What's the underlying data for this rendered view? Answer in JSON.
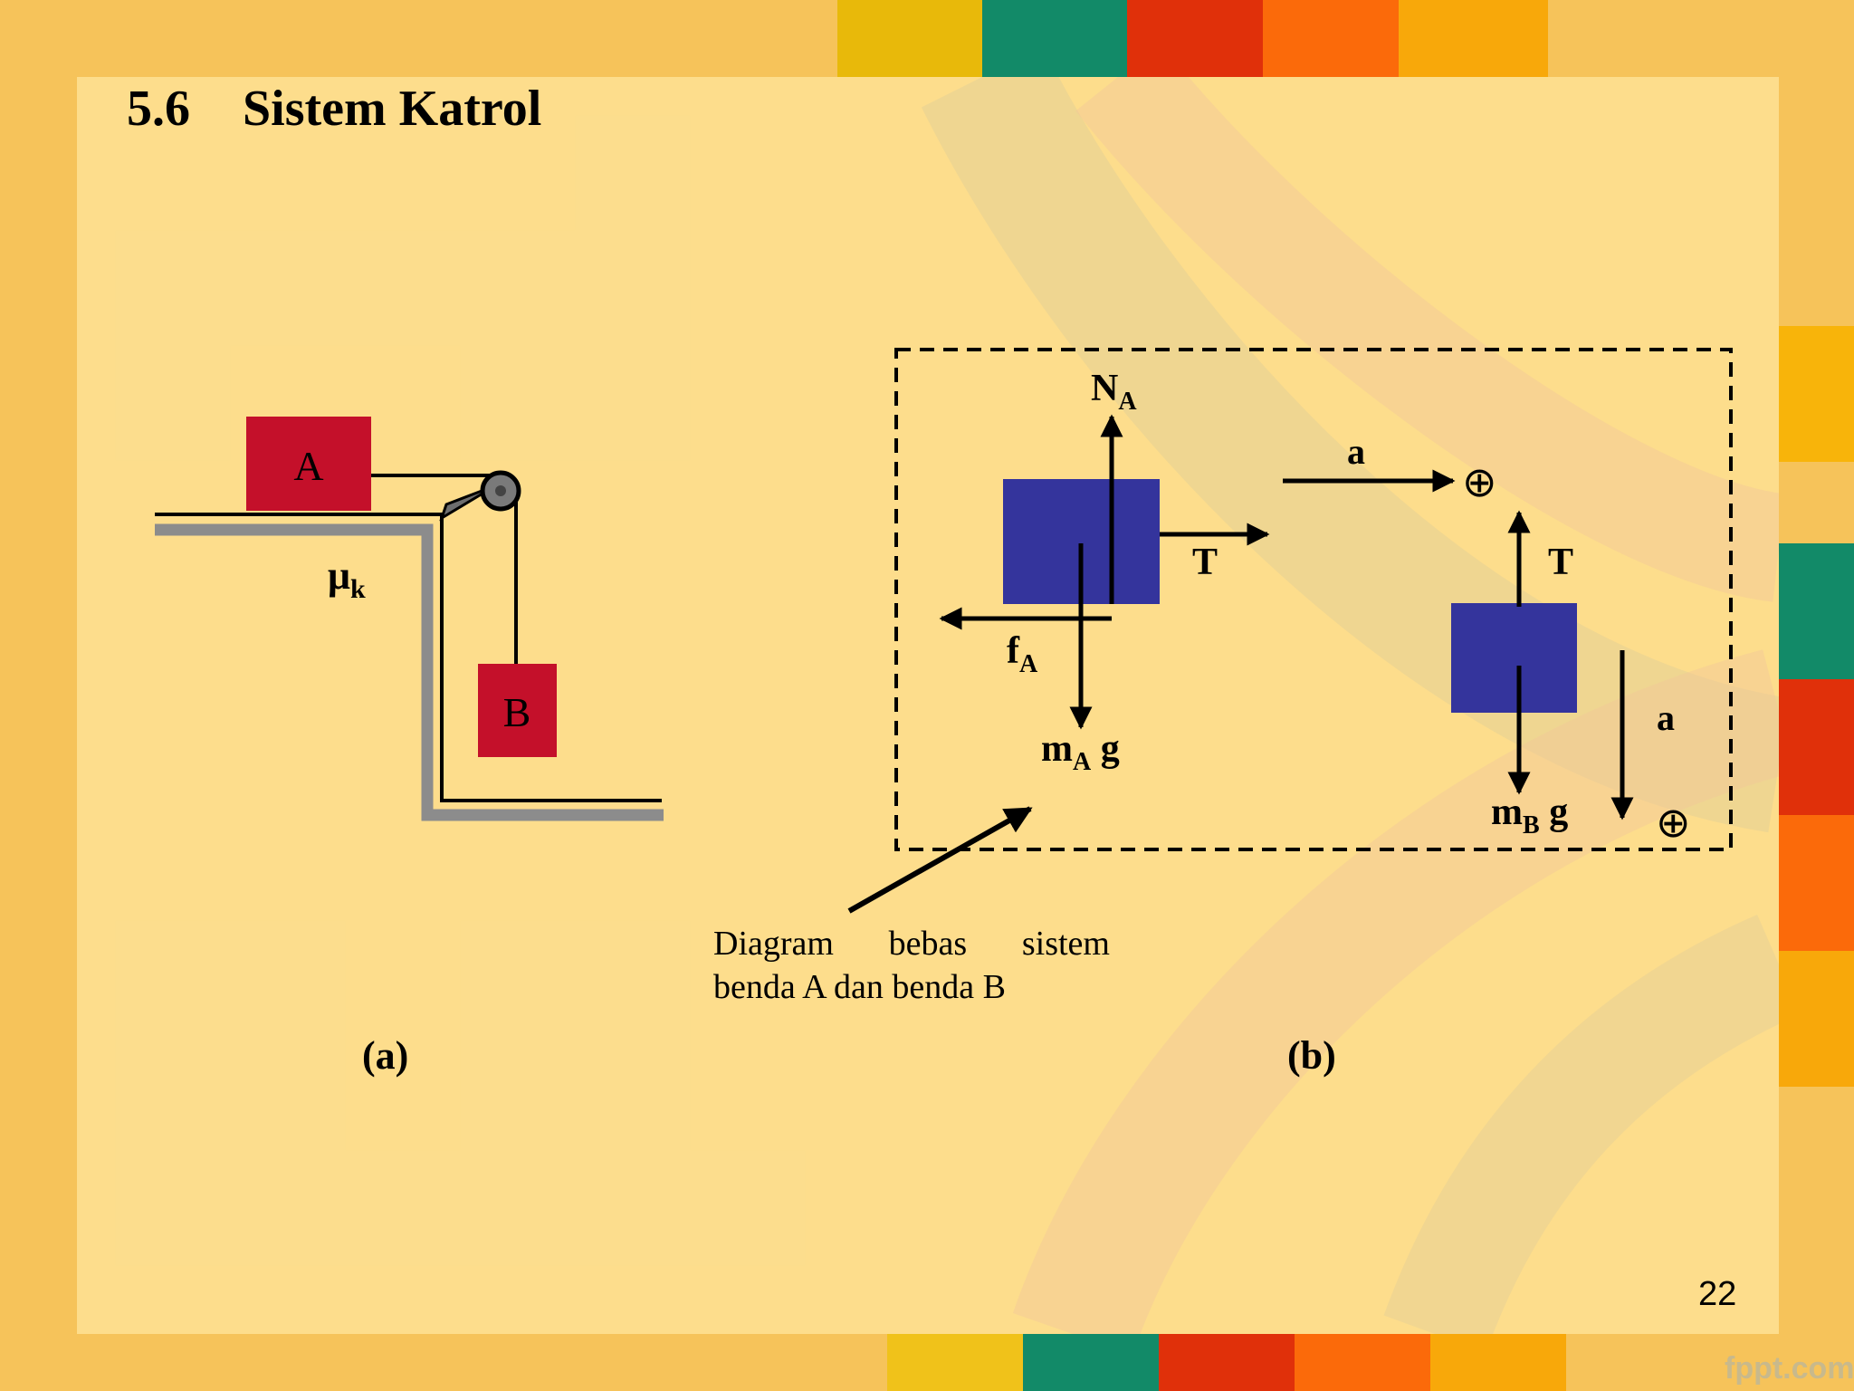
{
  "slide": {
    "section_number": "5.6",
    "title": "Sistem Katrol",
    "page_number": "22",
    "watermark": "fppt.com"
  },
  "figure_a": {
    "block_a_label": "A",
    "block_b_label": "B",
    "friction_symbol": "μ",
    "friction_subscript": "k",
    "label": "(a)"
  },
  "figure_b": {
    "normal_force_symbol": "N",
    "normal_force_subscript": "A",
    "tension_a_label": "T",
    "tension_b_label": "T",
    "friction_symbol": "f",
    "friction_subscript": "A",
    "weight_a_main": "m",
    "weight_a_subscript": "A",
    "weight_a_suffix": " g",
    "weight_b_main": "m",
    "weight_b_subscript": "B",
    "weight_b_suffix": " g",
    "accel_a_label": "a",
    "accel_b_label": "a",
    "positive_symbol_a": "⊕",
    "positive_symbol_b": "⊕",
    "label": "(b)"
  },
  "caption": {
    "line1_words": [
      "Diagram",
      "bebas",
      "sistem"
    ],
    "line2": "benda A dan benda B"
  },
  "colors": {
    "block_red": "#c4102a",
    "block_blue": "#34349c",
    "surface_gray": "#8c8c8c"
  }
}
